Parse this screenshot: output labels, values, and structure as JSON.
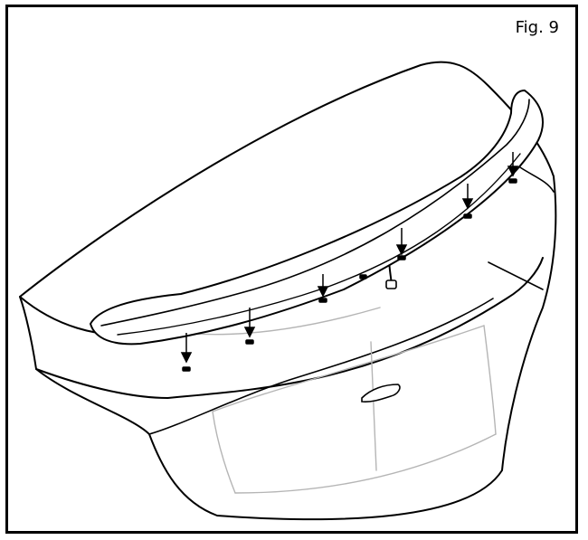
{
  "figure": {
    "label": "Fig. 9"
  },
  "diagram": {
    "subject": "trunk-lid-with-rear-spoiler",
    "mounting_points": 6,
    "colors": {
      "line": "#000000",
      "light_line": "#b5b5b5",
      "fill": "#ffffff"
    }
  }
}
